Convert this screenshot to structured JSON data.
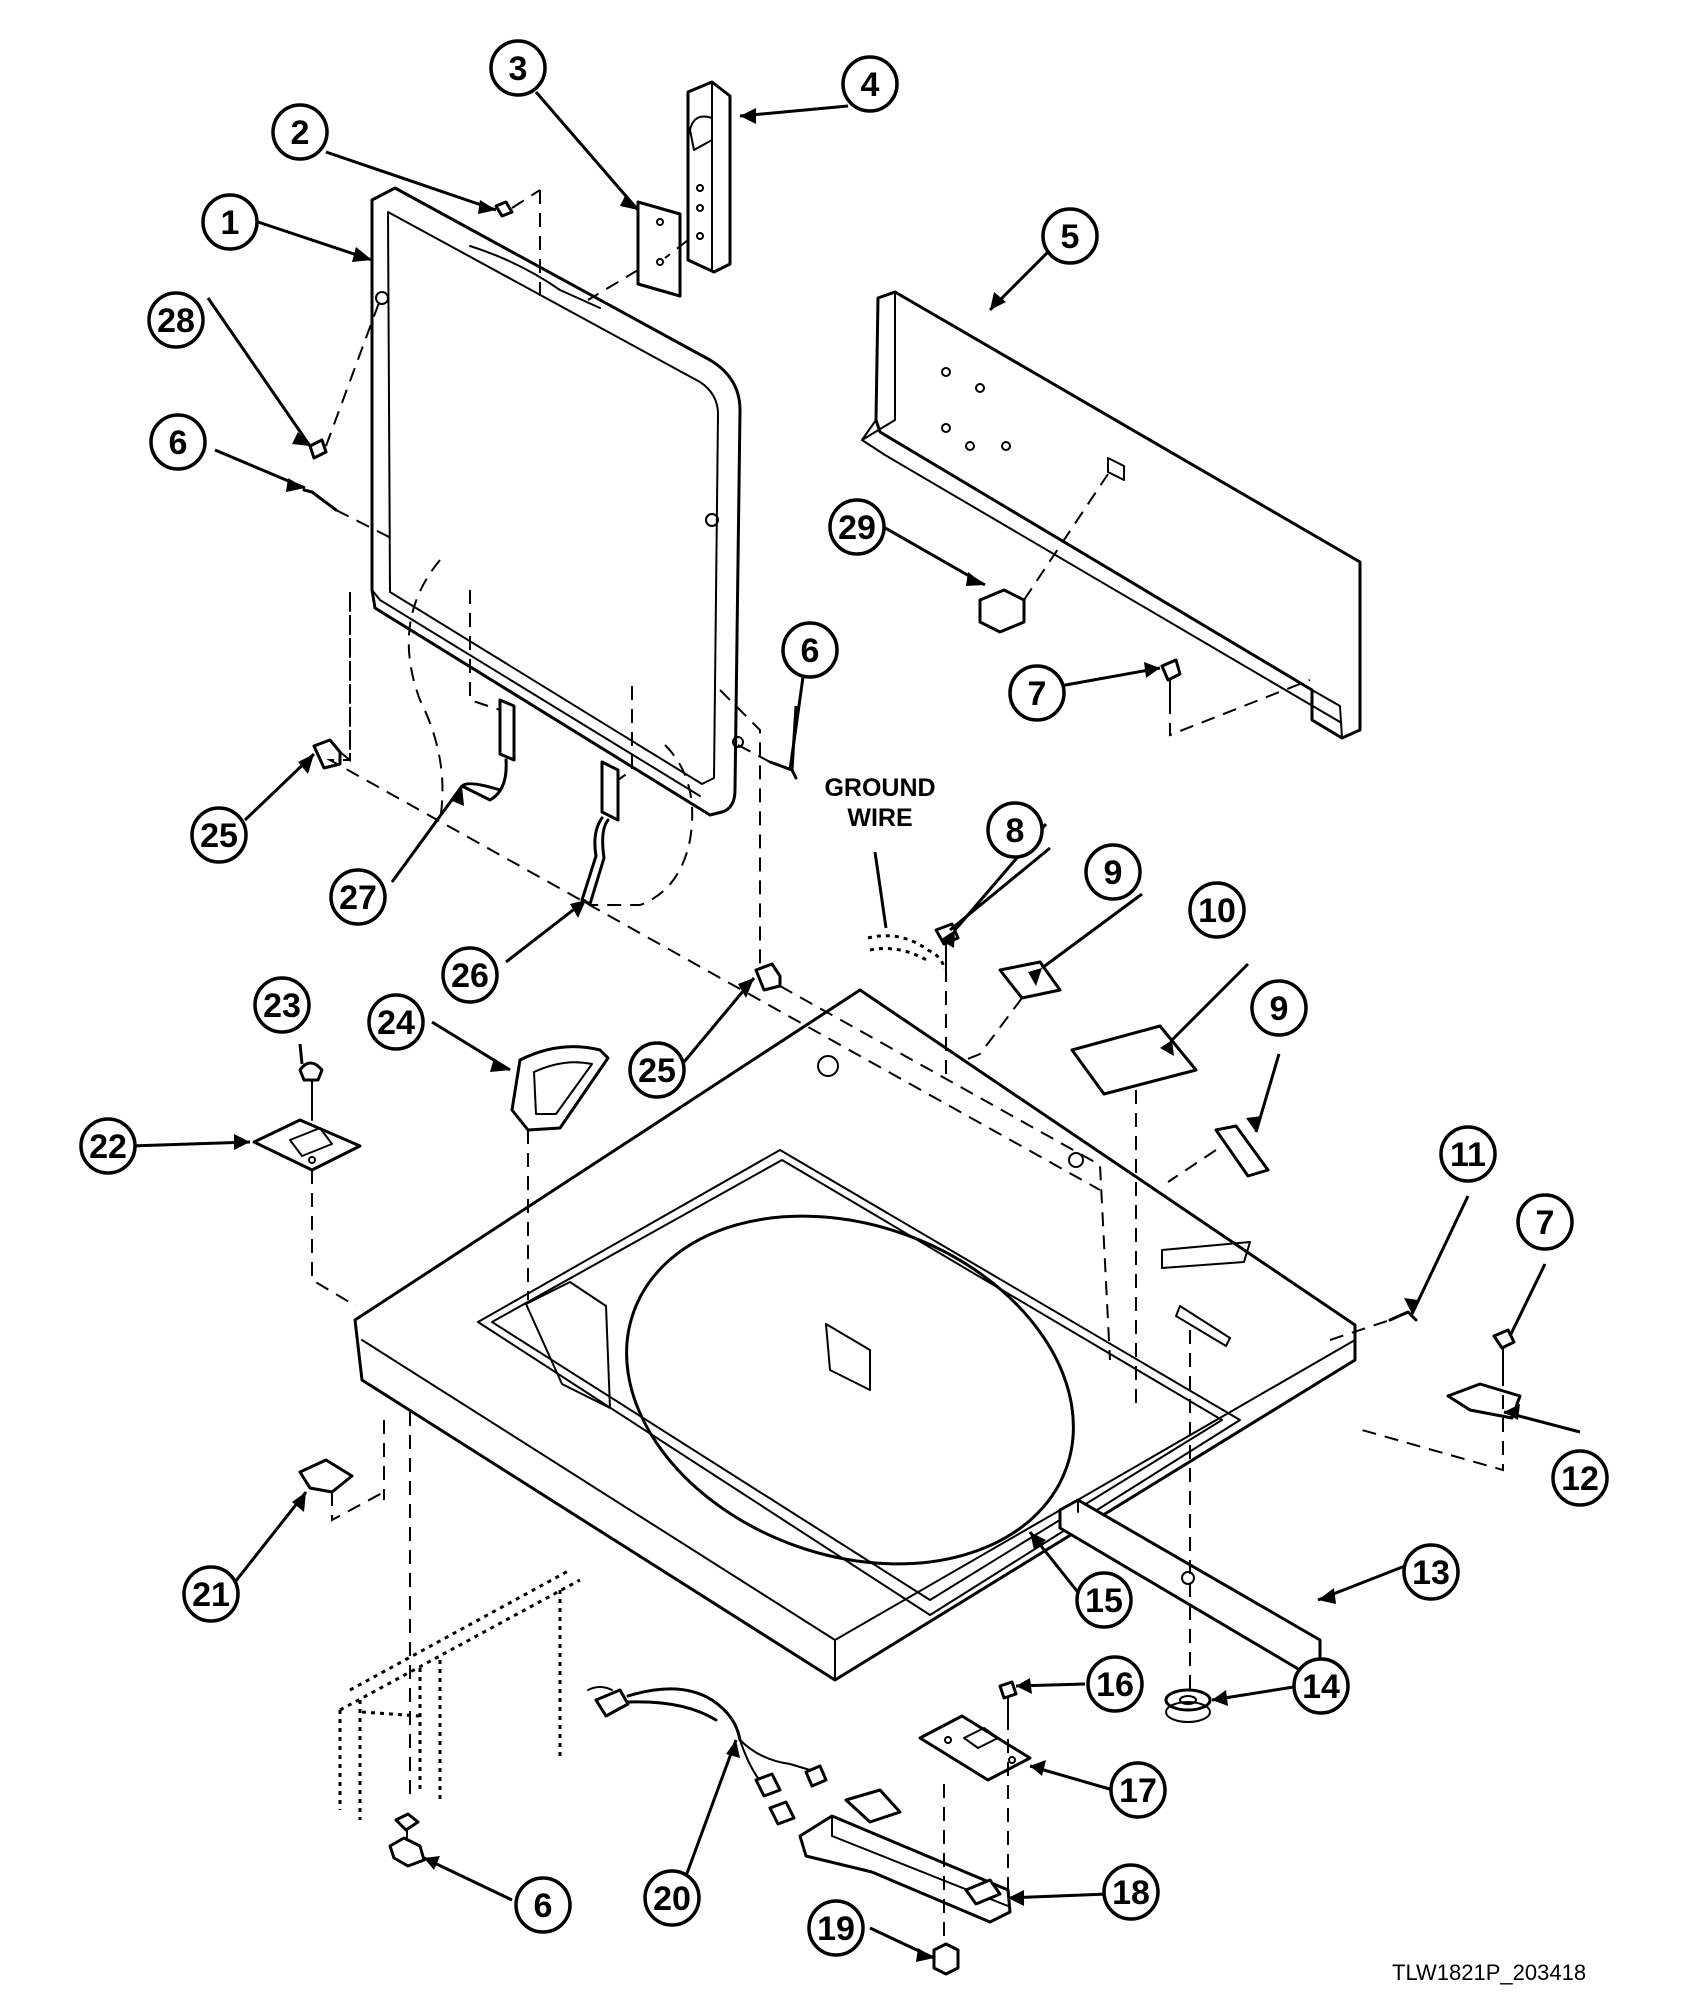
{
  "diagram": {
    "callouts": [
      {
        "id": "c1",
        "label": "1"
      },
      {
        "id": "c2",
        "label": "2"
      },
      {
        "id": "c3",
        "label": "3"
      },
      {
        "id": "c4",
        "label": "4"
      },
      {
        "id": "c5",
        "label": "5"
      },
      {
        "id": "c6a",
        "label": "6"
      },
      {
        "id": "c6b",
        "label": "6"
      },
      {
        "id": "c6c",
        "label": "6"
      },
      {
        "id": "c7a",
        "label": "7"
      },
      {
        "id": "c7b",
        "label": "7"
      },
      {
        "id": "c8",
        "label": "8"
      },
      {
        "id": "c9a",
        "label": "9"
      },
      {
        "id": "c9b",
        "label": "9"
      },
      {
        "id": "c10",
        "label": "10"
      },
      {
        "id": "c11",
        "label": "11"
      },
      {
        "id": "c12",
        "label": "12"
      },
      {
        "id": "c13",
        "label": "13"
      },
      {
        "id": "c14",
        "label": "14"
      },
      {
        "id": "c15",
        "label": "15"
      },
      {
        "id": "c16",
        "label": "16"
      },
      {
        "id": "c17",
        "label": "17"
      },
      {
        "id": "c18",
        "label": "18"
      },
      {
        "id": "c19",
        "label": "19"
      },
      {
        "id": "c20",
        "label": "20"
      },
      {
        "id": "c21",
        "label": "21"
      },
      {
        "id": "c22",
        "label": "22"
      },
      {
        "id": "c23",
        "label": "23"
      },
      {
        "id": "c24",
        "label": "24"
      },
      {
        "id": "c25a",
        "label": "25"
      },
      {
        "id": "c25b",
        "label": "25"
      },
      {
        "id": "c26",
        "label": "26"
      },
      {
        "id": "c27",
        "label": "27"
      },
      {
        "id": "c28",
        "label": "28"
      },
      {
        "id": "c29",
        "label": "29"
      }
    ],
    "ground_wire_label": [
      "GROUND",
      "WIRE"
    ],
    "figure_code": "TLW1821P_203418"
  }
}
